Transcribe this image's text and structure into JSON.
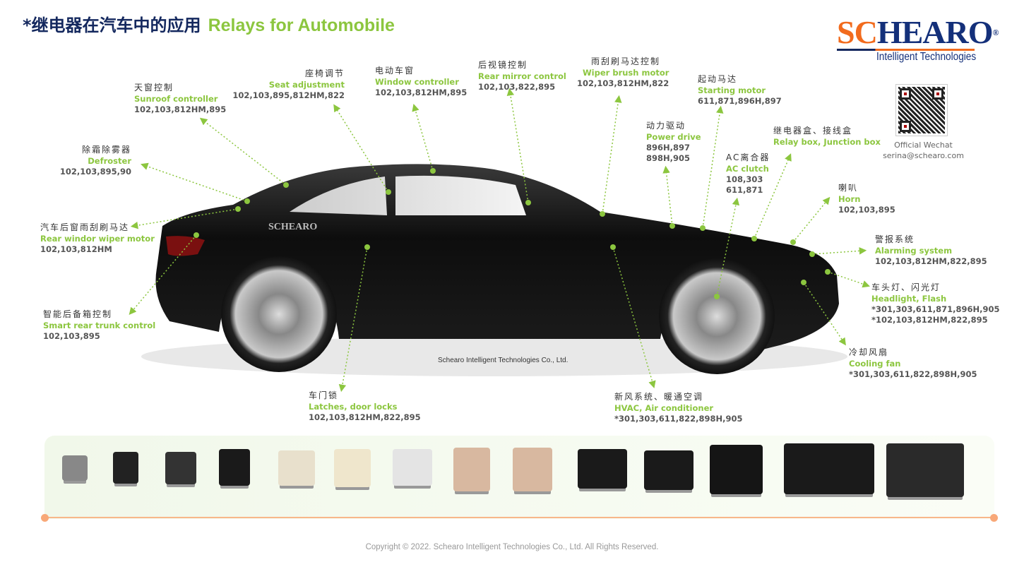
{
  "title": {
    "cn": "*继电器在汽车中的应用",
    "en": "Relays for Automobile"
  },
  "logo": {
    "name_a": "SC",
    "name_b": "HEARO",
    "reg": "®",
    "tagline": "Intelligent Technologies"
  },
  "contact": {
    "wechat": "Official Wechat",
    "email": "serina@schearo.com"
  },
  "car": {
    "watermark": "SCHEARO",
    "caption": "Schearo Intelligent Technologies Co., Ltd."
  },
  "labels": [
    {
      "cn": "天窗控制",
      "en": "Sunroof controller",
      "models": [
        "102,103,812HM,895"
      ]
    },
    {
      "cn": "座椅调节",
      "en": "Seat adjustment",
      "models": [
        "102,103,895,812HM,822"
      ]
    },
    {
      "cn": "电动车窗",
      "en": "Window controller",
      "models": [
        "102,103,812HM,895"
      ]
    },
    {
      "cn": "后视镜控制",
      "en": "Rear mirror control",
      "models": [
        "102,103,822,895"
      ]
    },
    {
      "cn": "雨刮刷马达控制",
      "en": "Wiper brush motor",
      "models": [
        "102,103,812HM,822"
      ]
    },
    {
      "cn": "起动马达",
      "en": "Starting motor",
      "models": [
        "611,871,896H,897"
      ]
    },
    {
      "cn": "动力驱动",
      "en": "Power drive",
      "models": [
        "896H,897",
        "898H,905"
      ]
    },
    {
      "cn": "继电器盒、接线盒",
      "en": "Relay box, Junction box",
      "models": []
    },
    {
      "cn": "AC离合器",
      "en": "AC clutch",
      "models": [
        "108,303",
        "611,871"
      ]
    },
    {
      "cn": "喇叭",
      "en": "Horn",
      "models": [
        "102,103,895"
      ]
    },
    {
      "cn": "警报系统",
      "en": "Alarming system",
      "models": [
        "102,103,812HM,822,895"
      ]
    },
    {
      "cn": "车头灯、闪光灯",
      "en": "Headlight, Flash",
      "models": [
        "*301,303,611,871,896H,905",
        "*102,103,812HM,822,895"
      ]
    },
    {
      "cn": "冷却风扇",
      "en": "Cooling fan",
      "models": [
        "*301,303,611,822,898H,905"
      ]
    },
    {
      "cn": "新风系统、暖通空调",
      "en": "HVAC, Air conditioner",
      "models": [
        "*301,303,611,822,898H,905"
      ]
    },
    {
      "cn": "车门锁",
      "en": "Latches, door locks",
      "models": [
        "102,103,812HM,822,895"
      ]
    },
    {
      "cn": "智能后备箱控制",
      "en": "Smart rear trunk control",
      "models": [
        "102,103,895"
      ]
    },
    {
      "cn": "汽车后窗雨刮刷马达",
      "en": "Rear windor wiper motor",
      "models": [
        "102,103,812HM"
      ]
    },
    {
      "cn": "除霜除雾器",
      "en": "Defroster",
      "models": [
        "102,103,895,90"
      ]
    }
  ],
  "colors": {
    "accent": "#8cc63f",
    "navy": "#14285e",
    "orange": "#f26b1d"
  },
  "footer": {
    "copyright": "Copyright © 2022. Schearo Intelligent Technologies Co., Ltd. All Rights Reserved."
  }
}
